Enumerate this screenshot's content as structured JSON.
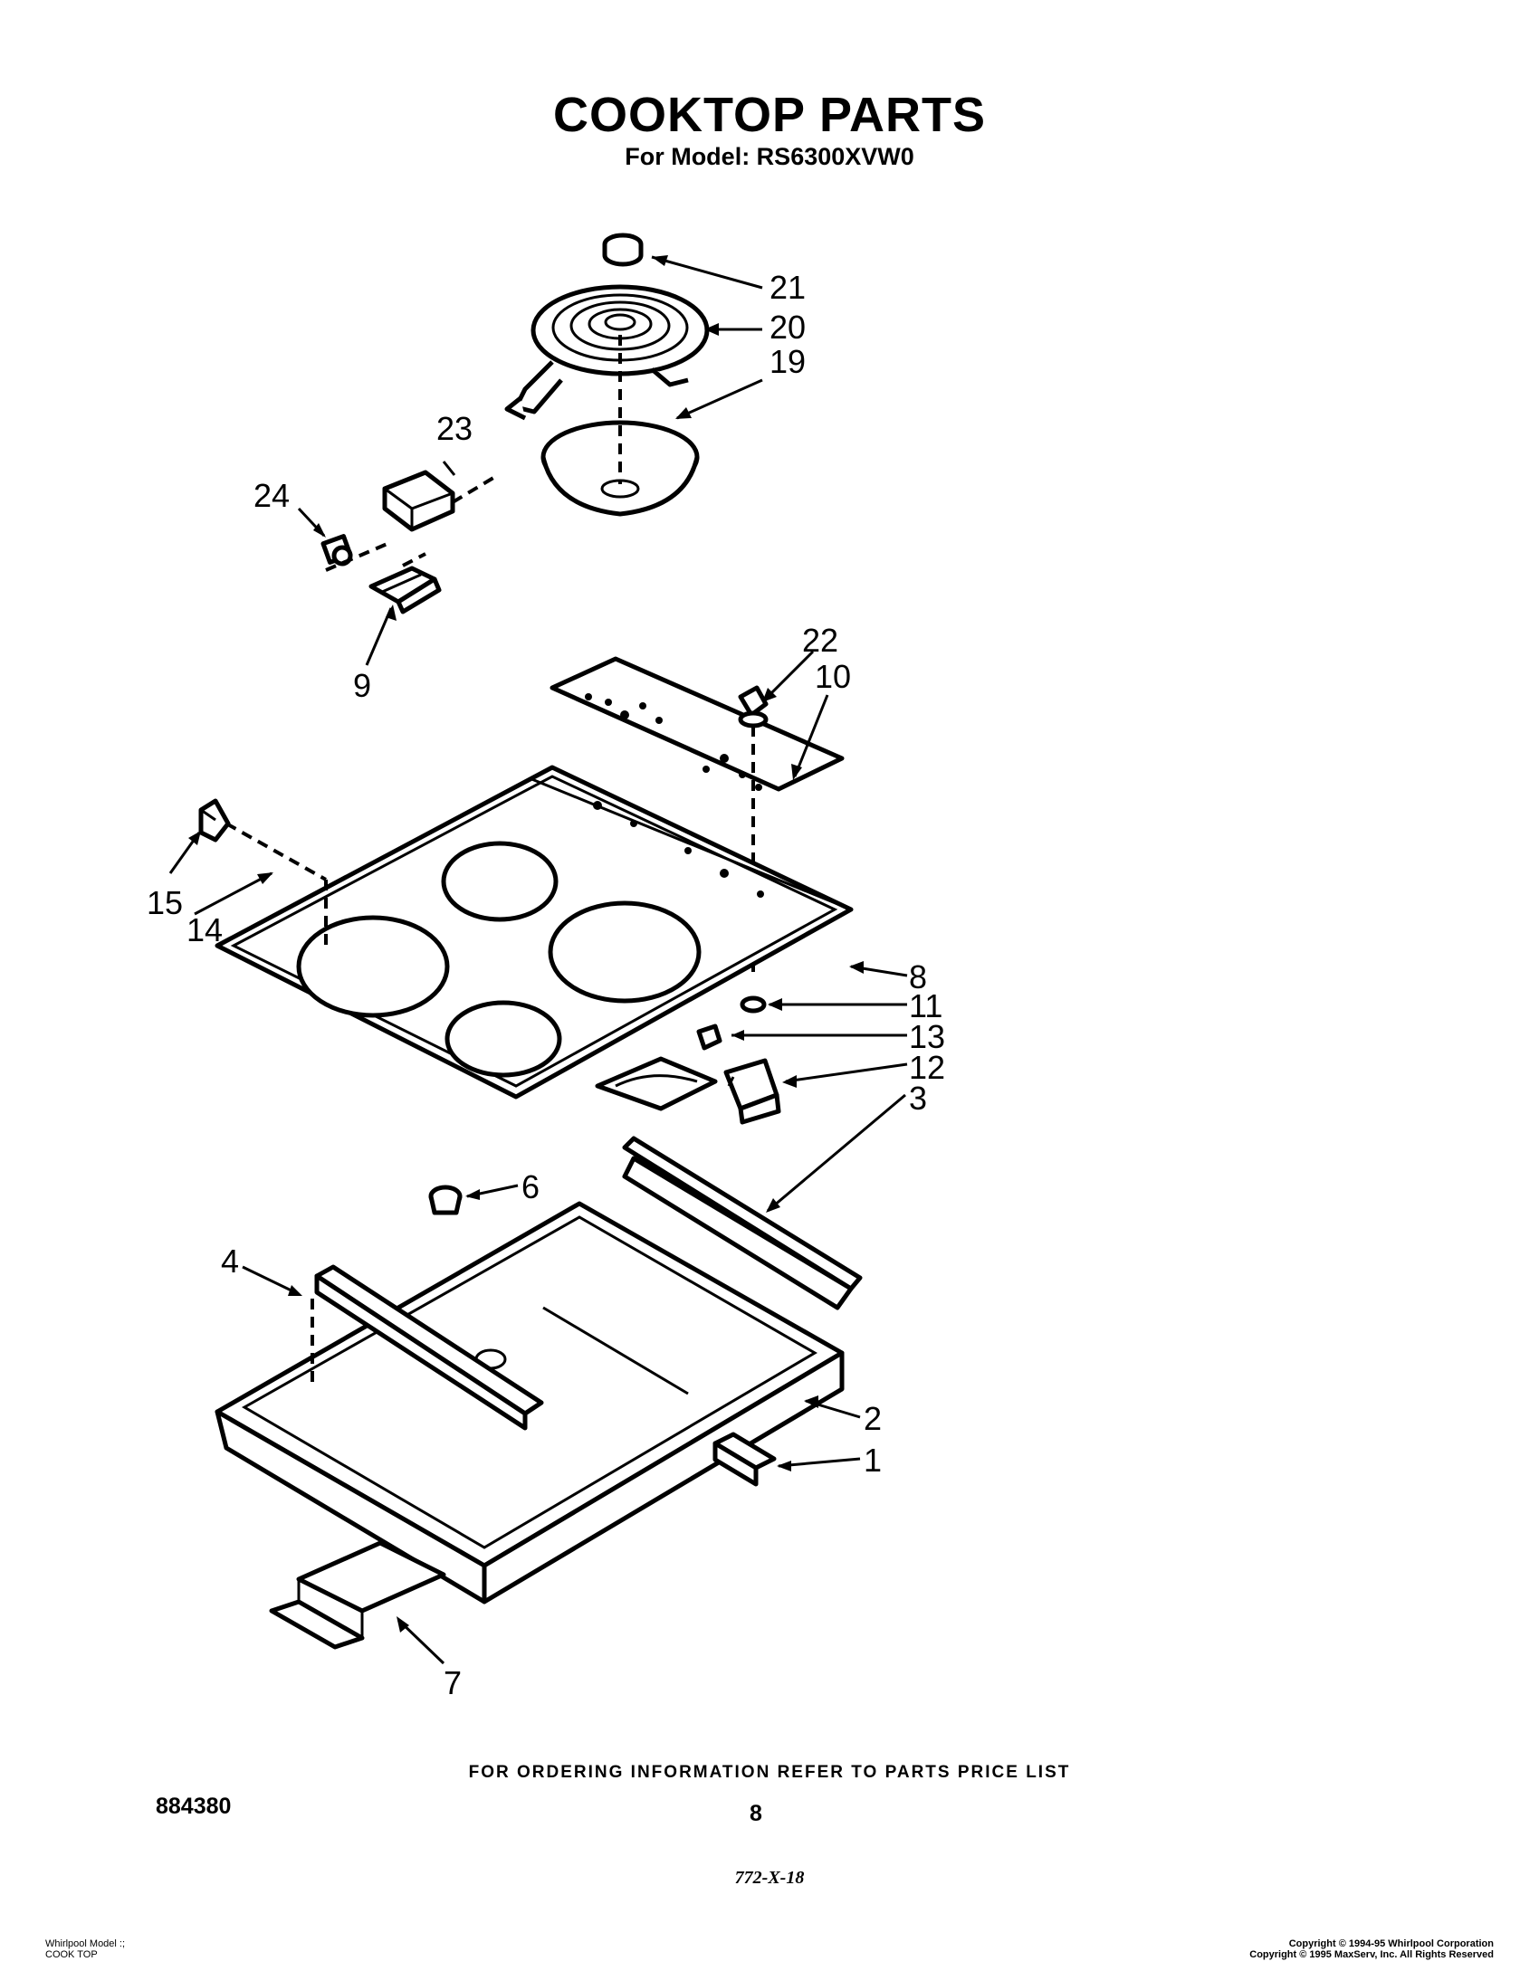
{
  "header": {
    "title": "COOKTOP PARTS",
    "subtitle": "For Model: RS6300XVW0"
  },
  "callouts": [
    "21",
    "20",
    "19",
    "23",
    "24",
    "9",
    "22",
    "10",
    "15",
    "14",
    "8",
    "11",
    "13",
    "12",
    "3",
    "6",
    "4",
    "2",
    "1",
    "7"
  ],
  "footer": {
    "ordering_note": "FOR ORDERING INFORMATION REFER TO PARTS PRICE LIST",
    "doc_number": "884380",
    "page_number": "8",
    "stamp_code": "772-X-18",
    "left_line1": "Whirlpool Model :;",
    "left_line2": "COOK TOP",
    "right_line1": "Copyright © 1994-95 Whirlpool Corporation",
    "right_line2": "Copyright © 1995 MaxServ, Inc. All Rights Reserved"
  }
}
